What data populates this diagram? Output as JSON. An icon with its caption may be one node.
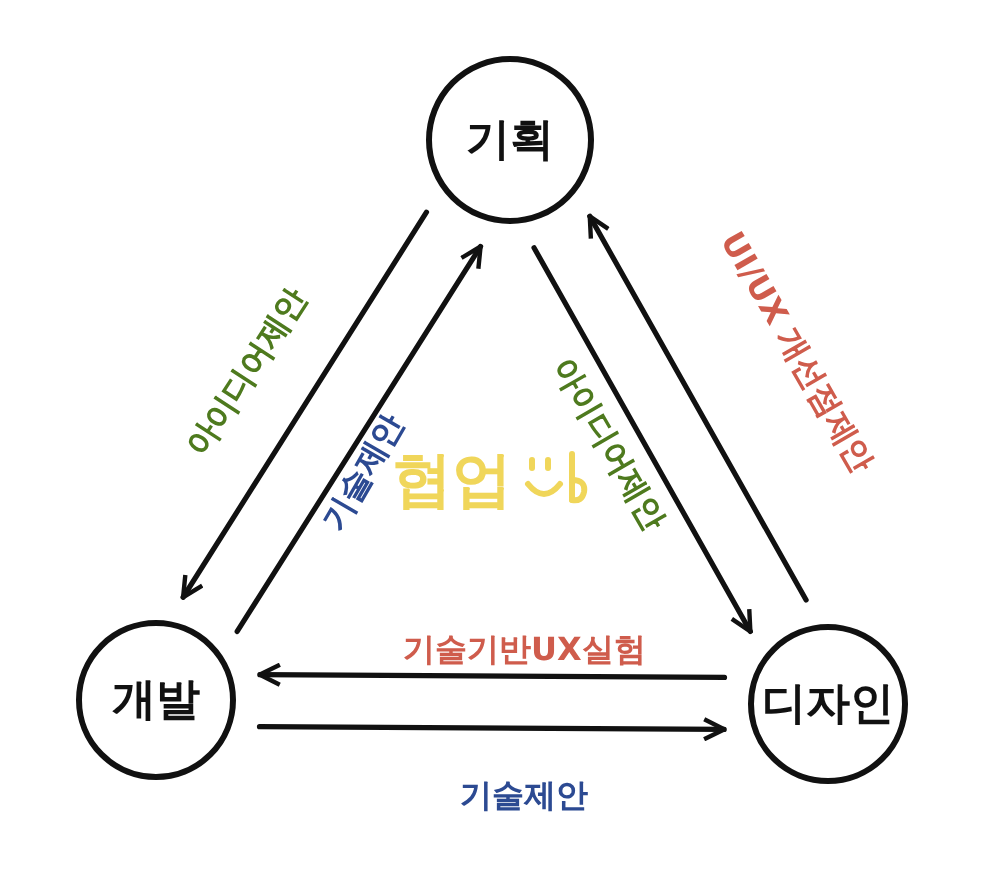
{
  "diagram": {
    "nodes": [
      {
        "text": [
          "기획"
        ]
      },
      {
        "text": [
          "개발"
        ]
      },
      {
        "text": [
          "디자인"
        ]
      }
    ],
    "edges": [
      {
        "from": 0,
        "to": 1,
        "arrow": "to",
        "label": "아이디어제안"
      },
      {
        "from": 1,
        "to": 0,
        "arrow": "to",
        "label": "기술제안"
      },
      {
        "from": 0,
        "to": 2,
        "arrow": "to",
        "label": "아이디어제안"
      },
      {
        "from": 2,
        "to": 0,
        "arrow": "to",
        "label": "UI/UX 개선점제안"
      },
      {
        "from": 2,
        "to": 1,
        "arrow": "to",
        "label": "기술기반UX실험"
      },
      {
        "from": 1,
        "to": 2,
        "arrow": "to",
        "label": "기술제안"
      }
    ],
    "labels": [
      "협업"
    ]
  }
}
